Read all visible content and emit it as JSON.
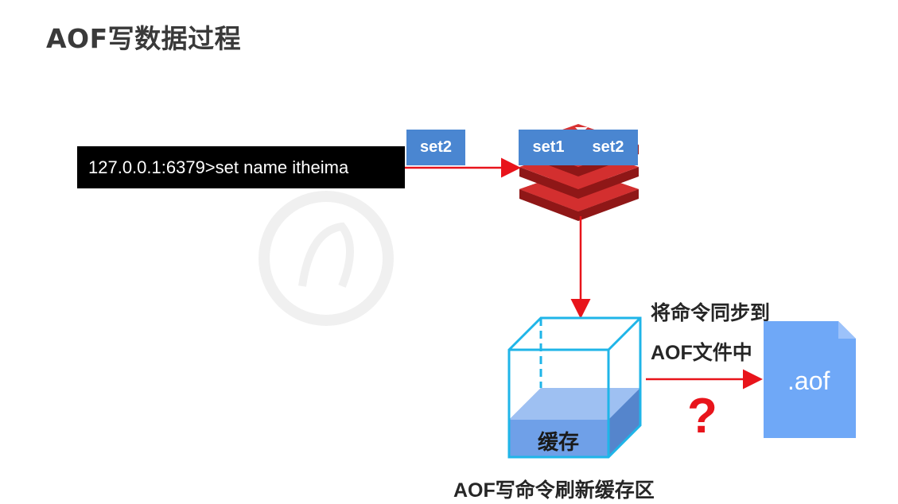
{
  "title": "AOF写数据过程",
  "terminal": {
    "command": "127.0.0.1:6379>set name itheima"
  },
  "tags": {
    "incoming": "set2",
    "redis_cmd1": "set1",
    "redis_cmd2": "set2"
  },
  "notes": {
    "sync_line1": "将命令同步到",
    "sync_line2": "AOF文件中",
    "question": "?"
  },
  "cache": {
    "label": "缓存"
  },
  "file": {
    "label": ".aof"
  },
  "caption": "AOF写命令刷新缓存区",
  "colors": {
    "arrow": "#e8141b",
    "tag": "#4a86d1",
    "cube_edge": "#1fb5e8",
    "file": "#6fa8f7",
    "redis": "#cc2b2b"
  }
}
